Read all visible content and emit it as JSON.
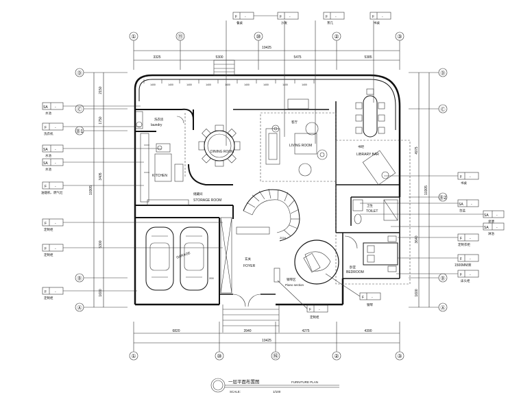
{
  "axes_top": [
    "①",
    "⑪",
    "⑩",
    "②",
    "③"
  ],
  "axes_bottom": [
    "①",
    "⑩",
    "⑯",
    "②",
    "③"
  ],
  "axes_left": [
    "Ⓓ",
    "Ⓒ",
    "Ⓑ1",
    "Ⓑ",
    "Ⓐ"
  ],
  "axes_right": [
    "Ⓓ",
    "Ⓒ",
    "Ⓑ2",
    "Ⓑ",
    "Ⓐ"
  ],
  "dims_top": [
    "3325",
    "5300",
    "5475",
    "5385"
  ],
  "dims_top_total": "19425",
  "dims_bottom": [
    "6820",
    "3940",
    "4275",
    "4390"
  ],
  "dims_bottom_total": "19425",
  "dims_left": [
    "2150",
    "1750",
    "3405",
    "5300",
    "1600"
  ],
  "dims_left_total": "10305",
  "dims_right": [
    "4975",
    "3640",
    "1600"
  ],
  "dims_right_total": "10305",
  "wall_dims": [
    "1400",
    "1400",
    "1400",
    "1400",
    "1400",
    "1400",
    "1400",
    "1400",
    "1400"
  ],
  "rooms": {
    "laundry_cn": "洗衣房",
    "laundry": "laundry",
    "dining": "DINING ROOM",
    "living_cn": "客厅",
    "living": "LIVING ROOM",
    "library": "LIBRARY BAR",
    "library_cn": "书吧",
    "kitchen": "KITCHEN",
    "storage": "STORAGE ROOM",
    "storage_cn": "储藏间",
    "toilet_cn": "卫生",
    "toilet": "TOILET",
    "garage": "GARAGE",
    "foyer_cn": "玄关",
    "foyer": "FOYER",
    "bedroom_cn": "卧室",
    "bedroom": "BEDROOM",
    "piano_cn": "钢琴区",
    "piano": "Piano section",
    "stair_level": "2024",
    "garage_dim": "200"
  },
  "top_callouts": [
    {
      "tag": "F",
      "num": "-",
      "note": "餐桌"
    },
    {
      "tag": "F",
      "num": "-",
      "note": "沙发"
    },
    {
      "tag": "F",
      "num": "-",
      "note": "茶几"
    },
    {
      "tag": "F",
      "num": "-",
      "note": "书桌"
    }
  ],
  "left_callouts": [
    {
      "tag": "SA",
      "num": "-",
      "note": "水池"
    },
    {
      "tag": "F",
      "num": "-",
      "note": "洗衣机"
    },
    {
      "tag": "SA",
      "num": "-",
      "note": "水池"
    },
    {
      "tag": "SA",
      "num": "-",
      "note": "水池"
    },
    {
      "tag": "F",
      "num": "-",
      "note": "油烟机、燃气灶"
    },
    {
      "tag": "F",
      "num": "-",
      "note": "定制柜"
    },
    {
      "tag": "F",
      "num": "-",
      "note": "定制柜"
    },
    {
      "tag": "F",
      "num": "-",
      "note": "定制柜"
    }
  ],
  "right_callouts": [
    {
      "tag": "F",
      "num": "-",
      "note": "书桌"
    },
    {
      "tag": "SA",
      "num": "-",
      "note": "台盆"
    },
    {
      "tag": "SA",
      "num": "-",
      "note": "坐便"
    },
    {
      "tag": "SA",
      "num": "-",
      "note": "淋浴"
    },
    {
      "tag": "F",
      "num": "-",
      "note": "定制衣柜"
    },
    {
      "tag": "F",
      "num": "-",
      "note": "1500MM床"
    },
    {
      "tag": "F",
      "num": "-",
      "note": "床头柜"
    }
  ],
  "bottom_callouts": [
    {
      "tag": "F",
      "num": "-",
      "note": "定制柜"
    },
    {
      "tag": "F",
      "num": "-",
      "note": "钢琴"
    }
  ],
  "title": {
    "cn": "一层平面布置图",
    "en": "FURNITURE PLAN",
    "scale_label": "SCALE:",
    "scale_value": "1/100"
  }
}
